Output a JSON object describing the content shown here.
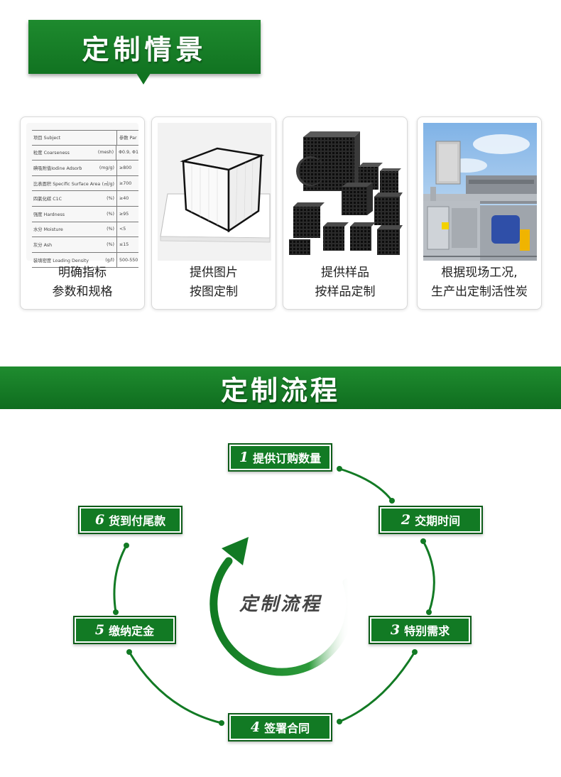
{
  "section1": {
    "title": "定制情景"
  },
  "cards": [
    {
      "caption_line1": "明确指标",
      "caption_line2": "参数和规格",
      "spec_table": [
        {
          "name": "项目 Subject",
          "unit": "",
          "value": "参数 Par"
        },
        {
          "name": "粒度 Coarseness",
          "unit": "(mesh)",
          "value": "Φ0.9, Φ1"
        },
        {
          "name": "碘吸附值Iodine Adsorb",
          "unit": "(mg/g)",
          "value": "≥800"
        },
        {
          "name": "比表面积 Specific Surface Area",
          "unit": "(㎡/g)",
          "value": "≥700"
        },
        {
          "name": "四氯化碳 C1C",
          "unit": "(%)",
          "value": "≥40"
        },
        {
          "name": "强度 Hardness",
          "unit": "(%)",
          "value": "≥95"
        },
        {
          "name": "水分 Moisture",
          "unit": "(%)",
          "value": "<5"
        },
        {
          "name": "灰分 Ash",
          "unit": "(%)",
          "value": "≤15"
        },
        {
          "name": "装填密度 Loading Density",
          "unit": "(g/l)",
          "value": "500-550"
        }
      ]
    },
    {
      "caption_line1": "提供图片",
      "caption_line2": "按图定制"
    },
    {
      "caption_line1": "提供样品",
      "caption_line2": "按样品定制"
    },
    {
      "caption_line1": "根据现场工况,",
      "caption_line2": "生产出定制活性炭"
    }
  ],
  "section2": {
    "title": "定制流程",
    "center_label": "定制流程"
  },
  "steps": [
    {
      "num": "1",
      "label": "提供订购数量"
    },
    {
      "num": "2",
      "label": "交期时间"
    },
    {
      "num": "3",
      "label": "特别需求"
    },
    {
      "num": "4",
      "label": "签署合同"
    },
    {
      "num": "5",
      "label": "缴纳定金"
    },
    {
      "num": "6",
      "label": "货到付尾款"
    }
  ],
  "colors": {
    "brand_green": "#127a24",
    "dark_green": "#0c5c18"
  }
}
